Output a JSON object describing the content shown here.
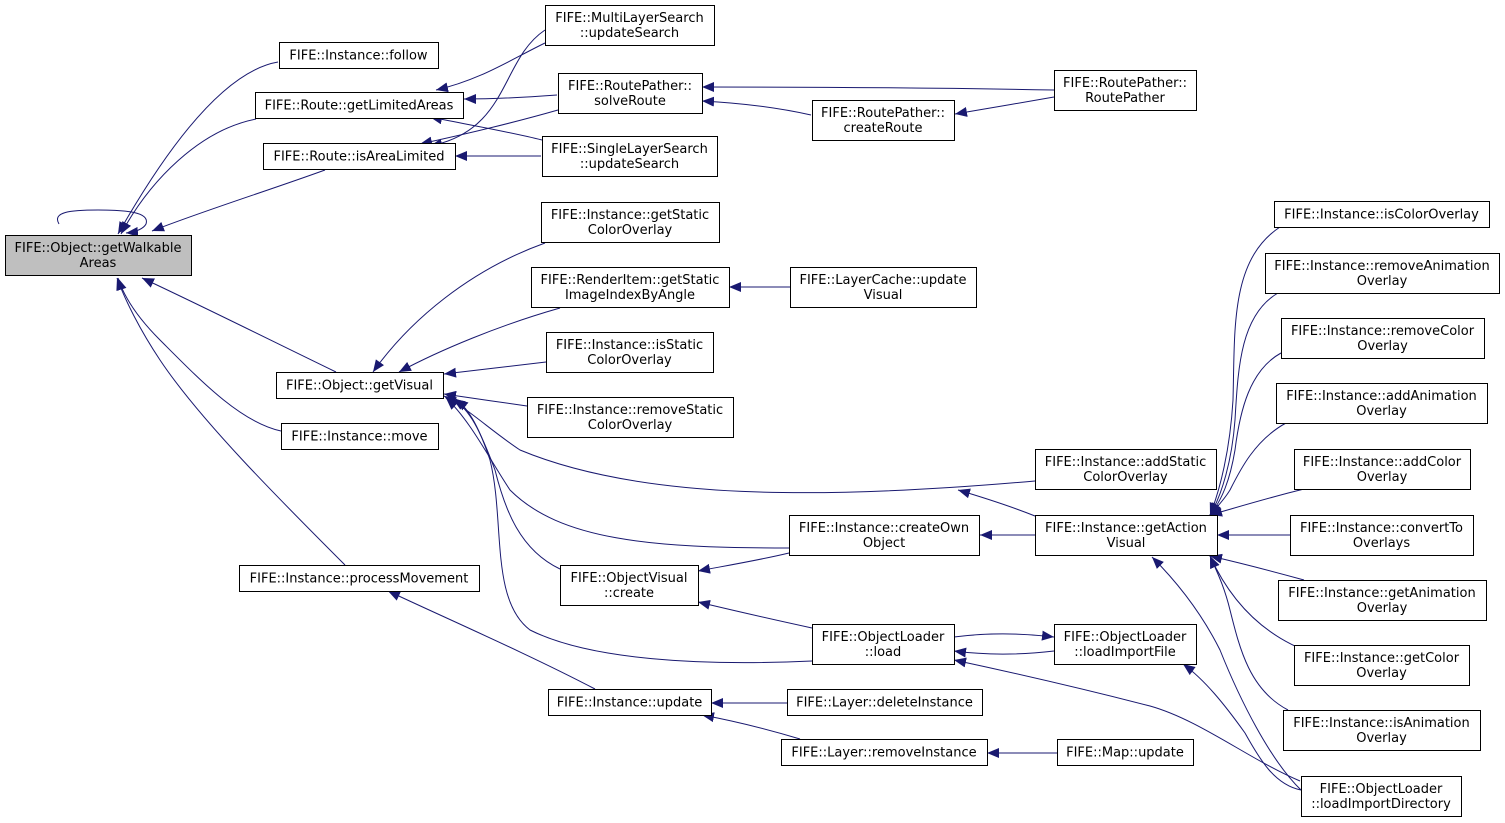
{
  "graph": {
    "root": "root",
    "nodes": [
      {
        "id": "root",
        "lines": [
          "FIFE::Object::getWalkable",
          "Areas"
        ],
        "highlighted": true
      },
      {
        "id": "follow",
        "lines": [
          "FIFE::Instance::follow"
        ]
      },
      {
        "id": "getLimitedAreas",
        "lines": [
          "FIFE::Route::getLimitedAreas"
        ]
      },
      {
        "id": "isAreaLimited",
        "lines": [
          "FIFE::Route::isAreaLimited"
        ]
      },
      {
        "id": "multiLayerSearch",
        "lines": [
          "FIFE::MultiLayerSearch",
          "::updateSearch"
        ]
      },
      {
        "id": "solveRoute",
        "lines": [
          "FIFE::RoutePather::",
          "solveRoute"
        ]
      },
      {
        "id": "singleLayerSearch",
        "lines": [
          "FIFE::SingleLayerSearch",
          "::updateSearch"
        ]
      },
      {
        "id": "createRoute",
        "lines": [
          "FIFE::RoutePather::",
          "createRoute"
        ]
      },
      {
        "id": "routePather",
        "lines": [
          "FIFE::RoutePather::",
          "RoutePather"
        ]
      },
      {
        "id": "getStaticColorOverlay",
        "lines": [
          "FIFE::Instance::getStatic",
          "ColorOverlay"
        ]
      },
      {
        "id": "getStaticImageIndex",
        "lines": [
          "FIFE::RenderItem::getStatic",
          "ImageIndexByAngle"
        ]
      },
      {
        "id": "layerCacheUpdate",
        "lines": [
          "FIFE::LayerCache::update",
          "Visual"
        ]
      },
      {
        "id": "isStaticColorOverlay",
        "lines": [
          "FIFE::Instance::isStatic",
          "ColorOverlay"
        ]
      },
      {
        "id": "getVisual",
        "lines": [
          "FIFE::Object::getVisual"
        ]
      },
      {
        "id": "removeStaticColorOverlay",
        "lines": [
          "FIFE::Instance::removeStatic",
          "ColorOverlay"
        ]
      },
      {
        "id": "move",
        "lines": [
          "FIFE::Instance::move"
        ]
      },
      {
        "id": "addStaticColorOverlay",
        "lines": [
          "FIFE::Instance::addStatic",
          "ColorOverlay"
        ]
      },
      {
        "id": "createOwnObject",
        "lines": [
          "FIFE::Instance::createOwn",
          "Object"
        ]
      },
      {
        "id": "getActionVisual",
        "lines": [
          "FIFE::Instance::getAction",
          "Visual"
        ]
      },
      {
        "id": "objectVisualCreate",
        "lines": [
          "FIFE::ObjectVisual",
          "::create"
        ]
      },
      {
        "id": "processMovement",
        "lines": [
          "FIFE::Instance::processMovement"
        ]
      },
      {
        "id": "objectLoaderLoad",
        "lines": [
          "FIFE::ObjectLoader",
          "::load"
        ]
      },
      {
        "id": "loadImportFile",
        "lines": [
          "FIFE::ObjectLoader",
          "::loadImportFile"
        ]
      },
      {
        "id": "instanceUpdate",
        "lines": [
          "FIFE::Instance::update"
        ]
      },
      {
        "id": "deleteInstance",
        "lines": [
          "FIFE::Layer::deleteInstance"
        ]
      },
      {
        "id": "removeInstance",
        "lines": [
          "FIFE::Layer::removeInstance"
        ]
      },
      {
        "id": "mapUpdate",
        "lines": [
          "FIFE::Map::update"
        ]
      },
      {
        "id": "loadImportDirectory",
        "lines": [
          "FIFE::ObjectLoader",
          "::loadImportDirectory"
        ]
      },
      {
        "id": "isColorOverlay",
        "lines": [
          "FIFE::Instance::isColorOverlay"
        ]
      },
      {
        "id": "removeAnimationOverlay",
        "lines": [
          "FIFE::Instance::removeAnimation",
          "Overlay"
        ]
      },
      {
        "id": "removeColorOverlay",
        "lines": [
          "FIFE::Instance::removeColor",
          "Overlay"
        ]
      },
      {
        "id": "addAnimationOverlay",
        "lines": [
          "FIFE::Instance::addAnimation",
          "Overlay"
        ]
      },
      {
        "id": "addColorOverlay",
        "lines": [
          "FIFE::Instance::addColor",
          "Overlay"
        ]
      },
      {
        "id": "convertToOverlays",
        "lines": [
          "FIFE::Instance::convertTo",
          "Overlays"
        ]
      },
      {
        "id": "getAnimationOverlay",
        "lines": [
          "FIFE::Instance::getAnimation",
          "Overlay"
        ]
      },
      {
        "id": "getColorOverlay",
        "lines": [
          "FIFE::Instance::getColor",
          "Overlay"
        ]
      },
      {
        "id": "isAnimationOverlay",
        "lines": [
          "FIFE::Instance::isAnimation",
          "Overlay"
        ]
      }
    ],
    "edges": [
      {
        "from": "root",
        "to": "root"
      },
      {
        "from": "follow",
        "to": "root"
      },
      {
        "from": "getLimitedAreas",
        "to": "root"
      },
      {
        "from": "isAreaLimited",
        "to": "root"
      },
      {
        "from": "getVisual",
        "to": "root"
      },
      {
        "from": "move",
        "to": "root"
      },
      {
        "from": "processMovement",
        "to": "root"
      },
      {
        "from": "multiLayerSearch",
        "to": "getLimitedAreas"
      },
      {
        "from": "solveRoute",
        "to": "getLimitedAreas"
      },
      {
        "from": "singleLayerSearch",
        "to": "getLimitedAreas"
      },
      {
        "from": "multiLayerSearch",
        "to": "isAreaLimited"
      },
      {
        "from": "solveRoute",
        "to": "isAreaLimited"
      },
      {
        "from": "singleLayerSearch",
        "to": "isAreaLimited"
      },
      {
        "from": "createRoute",
        "to": "solveRoute"
      },
      {
        "from": "routePather",
        "to": "solveRoute"
      },
      {
        "from": "routePather",
        "to": "createRoute"
      },
      {
        "from": "getStaticColorOverlay",
        "to": "getVisual"
      },
      {
        "from": "getStaticImageIndex",
        "to": "getVisual"
      },
      {
        "from": "isStaticColorOverlay",
        "to": "getVisual"
      },
      {
        "from": "removeStaticColorOverlay",
        "to": "getVisual"
      },
      {
        "from": "addStaticColorOverlay",
        "to": "getVisual"
      },
      {
        "from": "createOwnObject",
        "to": "getVisual"
      },
      {
        "from": "objectVisualCreate",
        "to": "getVisual"
      },
      {
        "from": "objectLoaderLoad",
        "to": "getVisual"
      },
      {
        "from": "layerCacheUpdate",
        "to": "getStaticImageIndex"
      },
      {
        "from": "getActionVisual",
        "to": "addStaticColorOverlay"
      },
      {
        "from": "getActionVisual",
        "to": "createOwnObject"
      },
      {
        "from": "createOwnObject",
        "to": "objectVisualCreate"
      },
      {
        "from": "objectLoaderLoad",
        "to": "objectVisualCreate"
      },
      {
        "from": "loadImportFile",
        "to": "objectLoaderLoad"
      },
      {
        "from": "objectLoaderLoad",
        "to": "loadImportFile"
      },
      {
        "from": "loadImportDirectory",
        "to": "objectLoaderLoad"
      },
      {
        "from": "loadImportDirectory",
        "to": "loadImportFile"
      },
      {
        "from": "instanceUpdate",
        "to": "processMovement"
      },
      {
        "from": "deleteInstance",
        "to": "instanceUpdate"
      },
      {
        "from": "removeInstance",
        "to": "instanceUpdate"
      },
      {
        "from": "mapUpdate",
        "to": "removeInstance"
      },
      {
        "from": "isColorOverlay",
        "to": "getActionVisual"
      },
      {
        "from": "removeAnimationOverlay",
        "to": "getActionVisual"
      },
      {
        "from": "removeColorOverlay",
        "to": "getActionVisual"
      },
      {
        "from": "addAnimationOverlay",
        "to": "getActionVisual"
      },
      {
        "from": "addColorOverlay",
        "to": "getActionVisual"
      },
      {
        "from": "convertToOverlays",
        "to": "getActionVisual"
      },
      {
        "from": "getAnimationOverlay",
        "to": "getActionVisual"
      },
      {
        "from": "getColorOverlay",
        "to": "getActionVisual"
      },
      {
        "from": "isAnimationOverlay",
        "to": "getActionVisual"
      },
      {
        "from": "loadImportDirectory",
        "to": "getActionVisual"
      }
    ]
  },
  "colors": {
    "edge": "#191970",
    "node_border": "#000000",
    "node_fill": "#ffffff",
    "root_fill": "#bfbfbf"
  }
}
